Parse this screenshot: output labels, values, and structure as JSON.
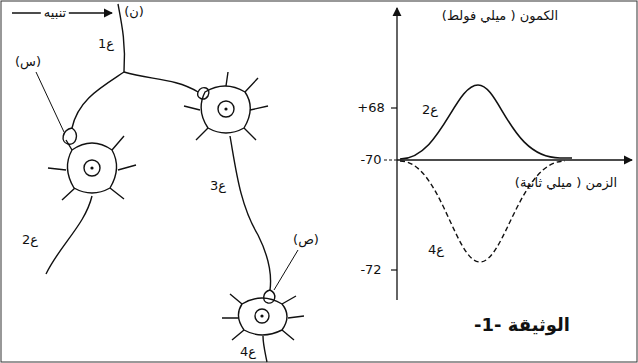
{
  "diagram": {
    "caption": "الوثيقة -1-",
    "labels": [
      "تنبيه",
      "(ن)",
      "ع1",
      "(س)",
      "ع2",
      "ع3",
      "(ص)",
      "ع4",
      "الكمون ( ميلي فولط)",
      "+68",
      "-70",
      "-72",
      "الزمن ( ميلي ثانية)",
      "ع2",
      "ع4"
    ]
  }
}
